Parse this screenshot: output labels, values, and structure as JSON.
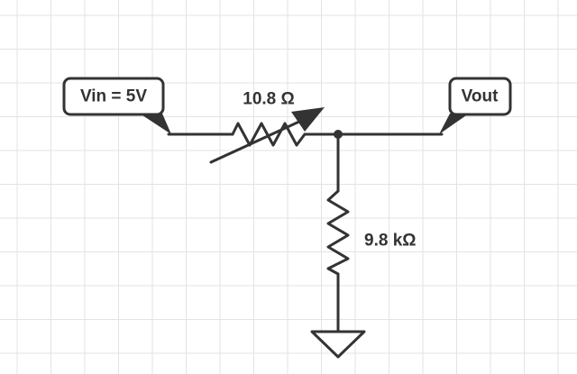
{
  "diagram": {
    "nodes": {
      "vin_label": "Vin = 5V",
      "vout_label": "Vout"
    },
    "components": {
      "variable_resistor_value": "10.8 Ω",
      "fixed_resistor_value": "9.8 kΩ"
    },
    "colors": {
      "wire": "#333333",
      "grid": "#e3e3e3",
      "background": "#ffffff"
    }
  }
}
